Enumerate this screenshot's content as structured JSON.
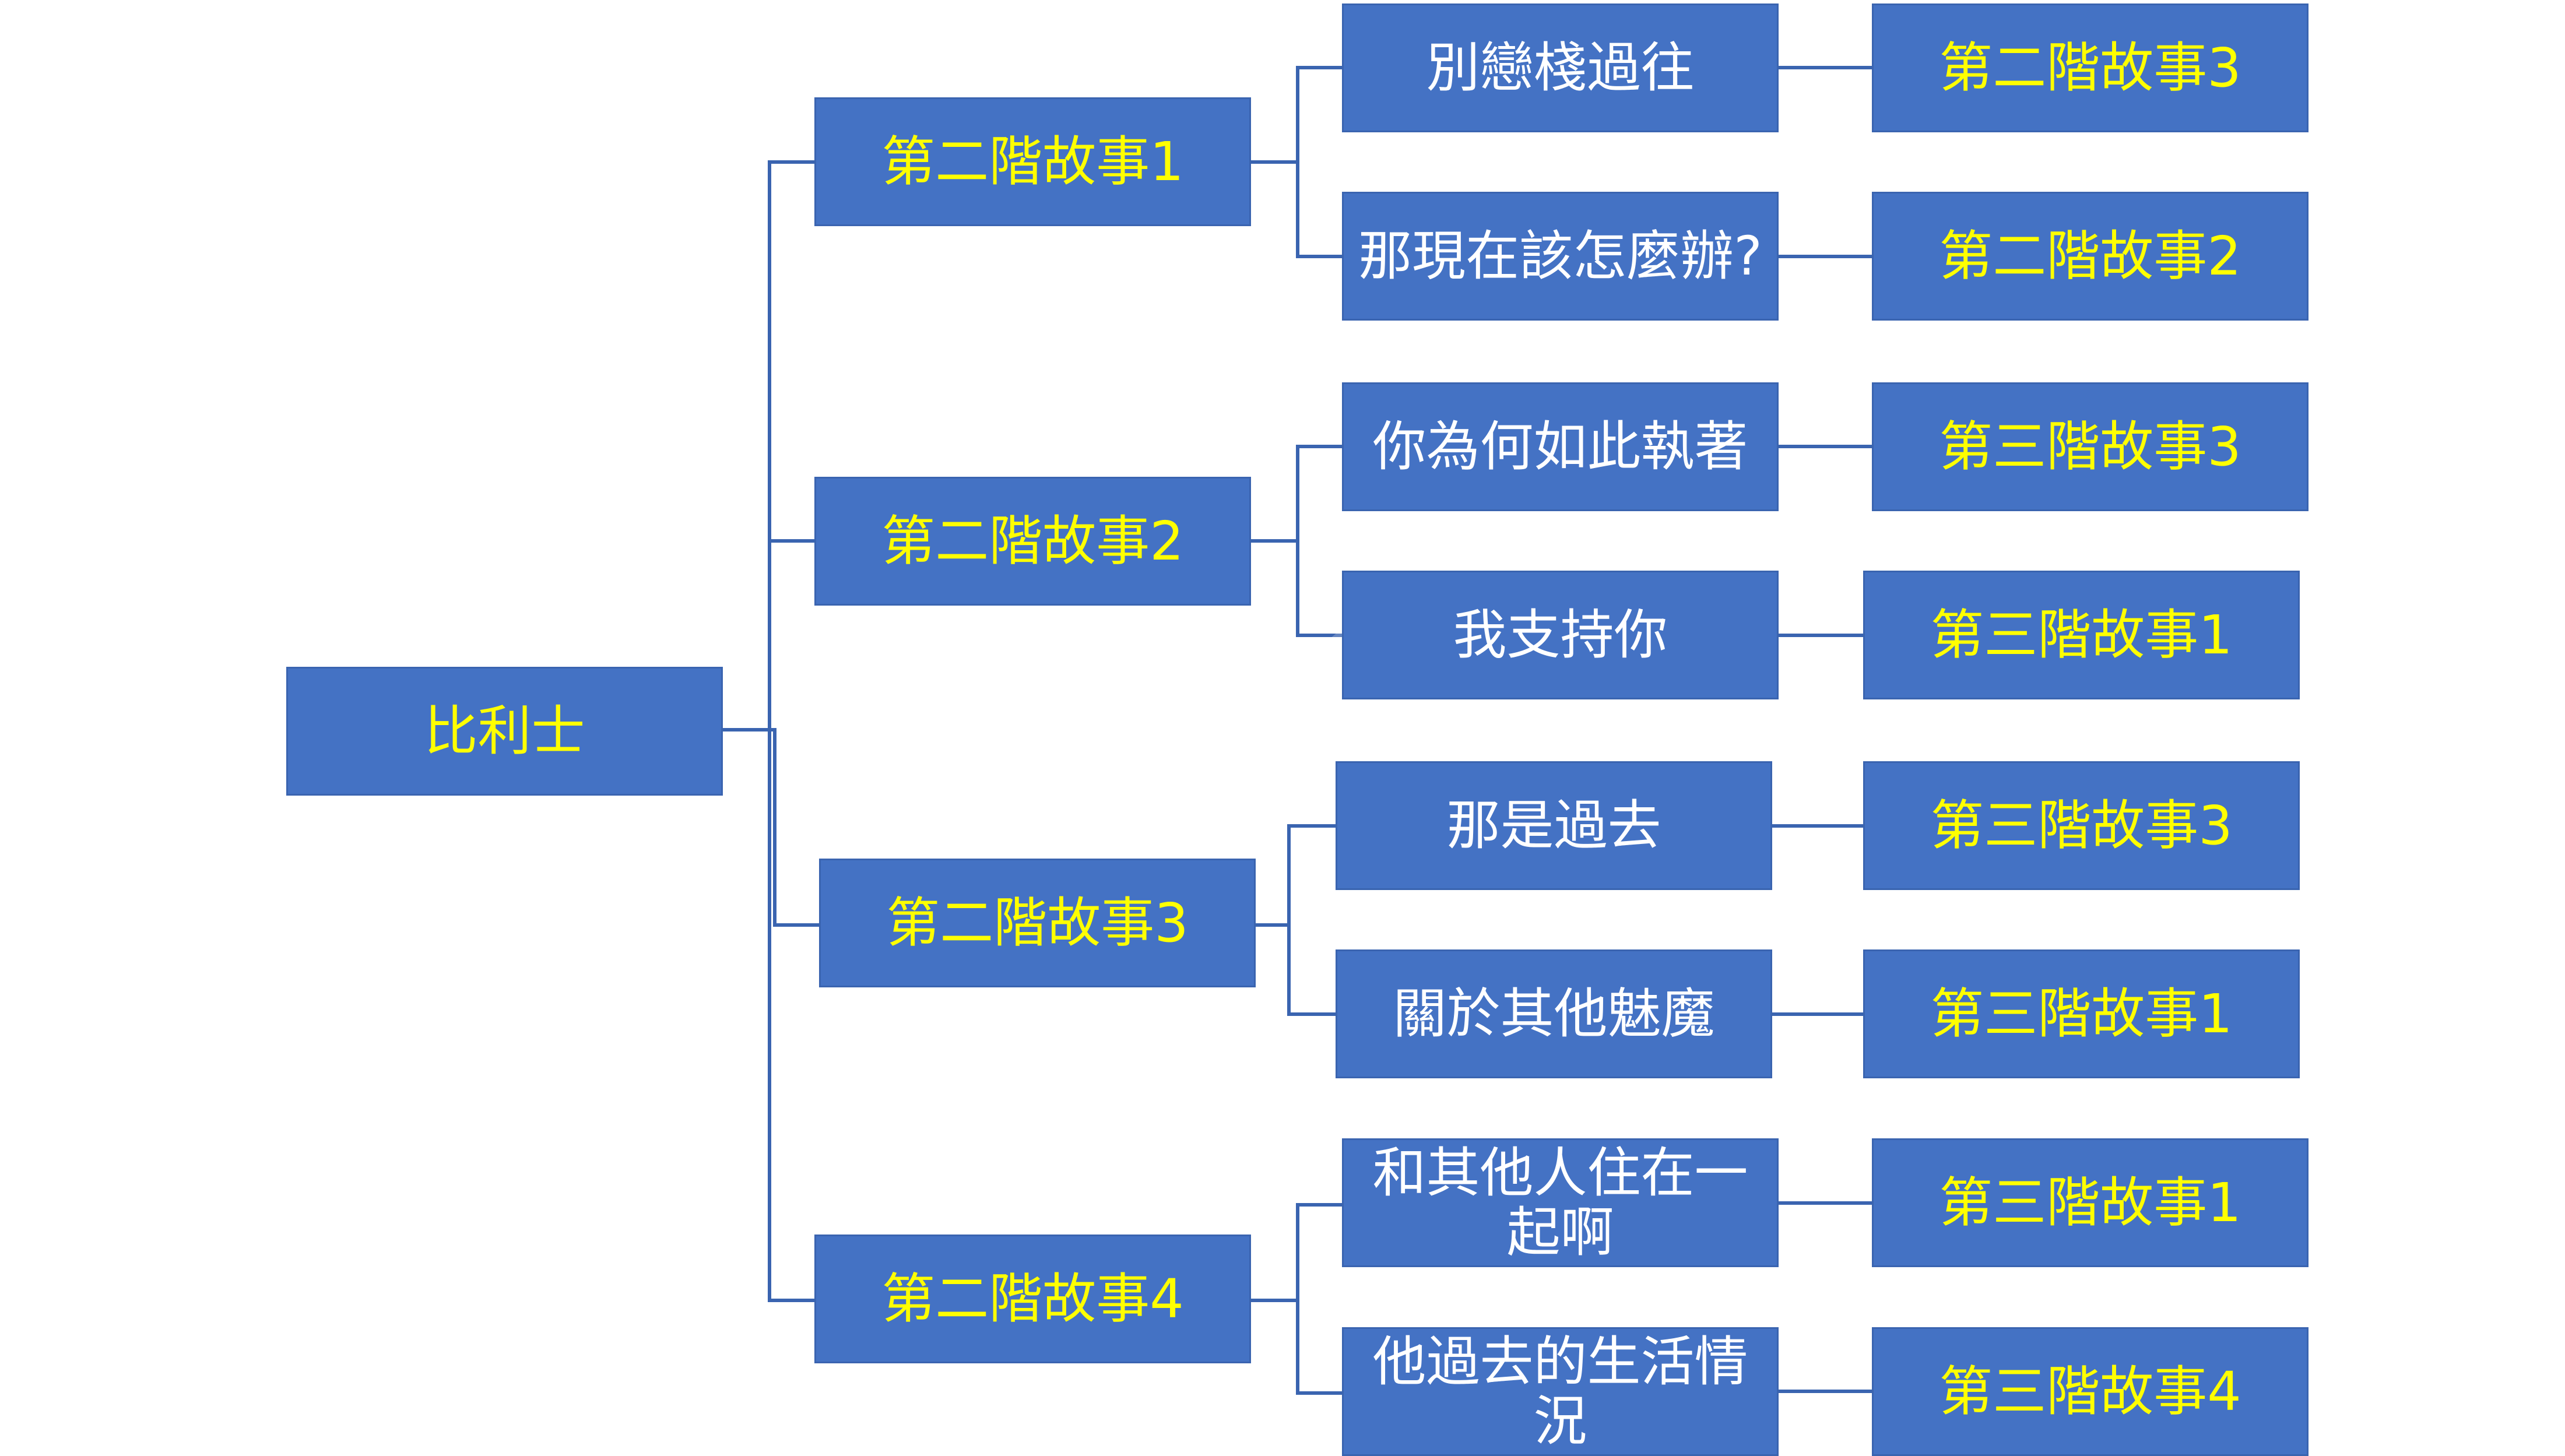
{
  "colors": {
    "box_fill": "#4472C4",
    "line": "#3A64B0",
    "root_text": "#FFFFFF",
    "level2_text": "#FFFF00",
    "level3_text": "#FFFFFF",
    "level4_text_yellow": "#FFFF00",
    "level4_text_orange": "#FFC000"
  },
  "root": {
    "label": "比利士"
  },
  "branches": [
    {
      "label": "第二階故事1",
      "options": [
        {
          "label": "別戀棧過往",
          "result": "第二階故事3"
        },
        {
          "label": "那現在該怎麼辦?",
          "result": "第二階故事2"
        }
      ]
    },
    {
      "label": "第二階故事2",
      "options": [
        {
          "label": "你為何如此執著",
          "result": "第三階故事3"
        },
        {
          "label": "我支持你",
          "result": "第三階故事1"
        }
      ]
    },
    {
      "label": "第二階故事3",
      "options": [
        {
          "label": "那是過去",
          "result": "第三階故事3"
        },
        {
          "label": "關於其他魅魔",
          "result": "第三階故事1"
        }
      ]
    },
    {
      "label": "第二階故事4",
      "options": [
        {
          "label": "和其他人住在一起啊",
          "result": "第三階故事1"
        },
        {
          "label": "他過去的生活情況",
          "result": "第三階故事4"
        }
      ]
    }
  ]
}
